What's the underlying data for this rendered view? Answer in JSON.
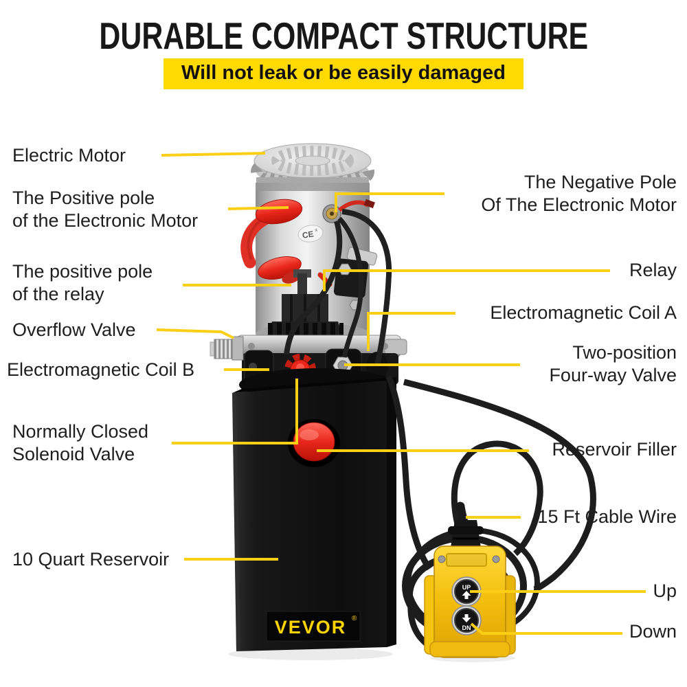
{
  "header": {
    "title": "DURABLE COMPACT STRUCTURE",
    "subtitle": "Will not leak or be easily damaged"
  },
  "labels": {
    "electric_motor": {
      "line1": "Electric Motor"
    },
    "positive_pole_motor": {
      "line1": "The Positive pole",
      "line2": "of the Electronic Motor"
    },
    "positive_pole_relay": {
      "line1": "The positive pole",
      "line2": "of the relay"
    },
    "overflow_valve": {
      "line1": "Overflow Valve"
    },
    "coil_b": {
      "line1": "Electromagnetic Coil B"
    },
    "nc_solenoid": {
      "line1": "Normally Closed",
      "line2": "Solenoid Valve"
    },
    "reservoir_10q": {
      "line1": "10 Quart Reservoir"
    },
    "negative_pole": {
      "line1": "The Negative Pole",
      "line2": "Of The Electronic Motor"
    },
    "relay": {
      "line1": "Relay"
    },
    "coil_a": {
      "line1": "Electromagnetic Coil A"
    },
    "two_position": {
      "line1": "Two-position",
      "line2": "Four-way Valve"
    },
    "reservoir_filler": {
      "line1": "Reservoir Filler"
    },
    "cable_wire": {
      "line1": "15 Ft Cable Wire"
    },
    "up": {
      "line1": "Up"
    },
    "down": {
      "line1": "Down"
    }
  },
  "product": {
    "brand": "VEVOR",
    "registered_mark": "®",
    "ce_mark": "CE",
    "ce_mark_suffix": "x",
    "pendant": {
      "up_button": "UP",
      "down_button": "DN"
    }
  },
  "colors": {
    "banner_yellow": "#FFD902",
    "leader_line_yellow": "#FBCF16",
    "brand_yellow": "#FFD403",
    "pendant_yellow": "#F6C713",
    "accent_red": "#E03026",
    "knob_red": "#E8261B"
  }
}
